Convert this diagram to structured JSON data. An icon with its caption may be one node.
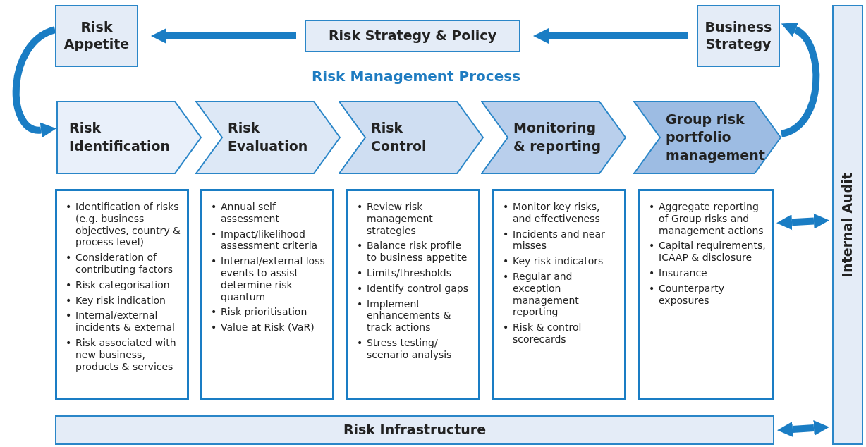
{
  "diagram": {
    "title": "Risk Management Process",
    "nodes": [
      {
        "text": [
          "Risk Appetite"
        ]
      },
      {
        "text": [
          "Risk Strategy & Policy"
        ]
      },
      {
        "text": [
          "Business Strategy"
        ]
      },
      {
        "text": [
          "Risk Identification"
        ]
      },
      {
        "text": [
          "Risk Evaluation"
        ]
      },
      {
        "text": [
          "Risk Control"
        ]
      },
      {
        "text": [
          "Monitoring & reporting"
        ]
      },
      {
        "text": [
          "Group risk portfolio management"
        ]
      },
      {
        "text": [
          "• Identification of risks (e.g. business objectives, country & process level)",
          "• Consideration of contributing factors",
          "• Risk categorisation",
          "• Key risk indication",
          "• Internal/external incidents & external",
          "• Risk associated with new business, products & services"
        ]
      },
      {
        "text": [
          "• Annual self assessment",
          "• Impact/likelihood assessment criteria",
          "• Internal/external loss events to assist determine risk quantum",
          "• Risk prioritisation",
          "• Value at Risk (VaR)"
        ]
      },
      {
        "text": [
          "• Review risk management strategies",
          "• Balance risk profile to business appetite",
          "• Limits/thresholds",
          "• Identify control gaps",
          "• Implement enhancements & track actions",
          "• Stress testing/ scenario analysis"
        ]
      },
      {
        "text": [
          "• Monitor key risks, and effectiveness",
          "• Incidents and near misses",
          "• Key risk indicators",
          "• Regular and exception management reporting",
          "• Risk & control scorecards"
        ]
      },
      {
        "text": [
          "• Aggregate reporting of Group risks and management actions",
          "• Capital requirements, ICAAP & disclosure",
          "• Insurance",
          "• Counterparty exposures"
        ]
      },
      {
        "text": [
          "Risk Infrastructure"
        ]
      },
      {
        "text": [
          "Internal Audit"
        ]
      }
    ],
    "edges": [
      {
        "from": 1,
        "to": 0,
        "arrow": "to"
      },
      {
        "from": 2,
        "to": 1,
        "arrow": "to"
      },
      {
        "from": 0,
        "to": 3,
        "arrow": "to"
      },
      {
        "from": 7,
        "to": 2,
        "arrow": "to"
      },
      {
        "from": 12,
        "to": 14,
        "arrow": "both"
      },
      {
        "from": 13,
        "to": 14,
        "arrow": "both"
      }
    ]
  }
}
